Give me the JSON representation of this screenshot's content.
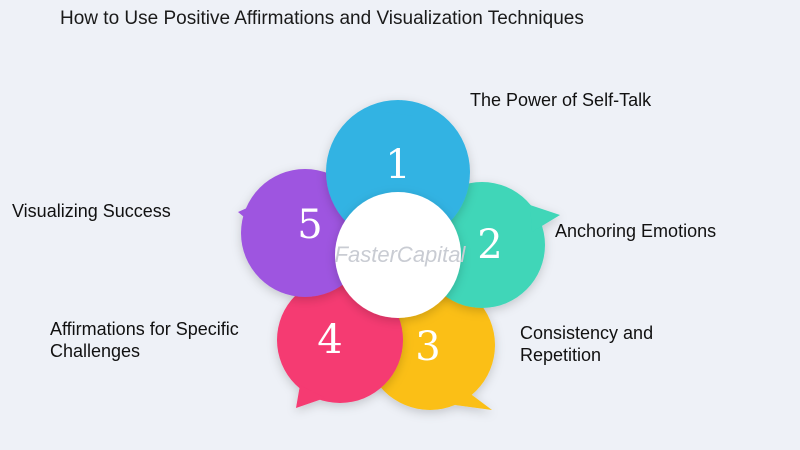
{
  "title": "How to Use Positive Affirmations and Visualization Techniques",
  "steps": [
    {
      "number": "1",
      "label": "The Power of Self-Talk",
      "color": "#33b3e3"
    },
    {
      "number": "2",
      "label": "Anchoring Emotions",
      "color": "#3fd6b8"
    },
    {
      "number": "3",
      "label": "Consistency and Repetition",
      "color": "#fbbf14"
    },
    {
      "number": "4",
      "label": "Affirmations for Specific Challenges",
      "color": "#f53a72"
    },
    {
      "number": "5",
      "label": "Visualizing Success",
      "color": "#9e55e0"
    }
  ],
  "watermark": "FasterCapital"
}
